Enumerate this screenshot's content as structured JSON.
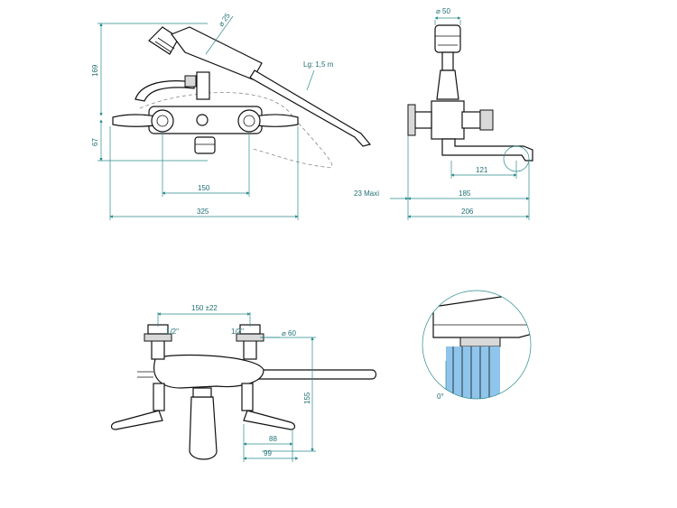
{
  "labels": {
    "dia25": "⌀ 25",
    "dia50": "⌀ 50",
    "hose": "Lg: 1,5 m",
    "h169": "169",
    "h67": "67",
    "w150": "150",
    "w325": "325",
    "max23": "23  Maxi",
    "w121": "121",
    "w185": "185",
    "w206": "206",
    "w150tol": "150  ±22",
    "thread_left": "1/2\"",
    "thread_right": "1/2\"",
    "dia60": "⌀  60",
    "h155": "155",
    "w88": "88",
    "w99": "99",
    "angle0": "0°"
  },
  "colors": {
    "dimension": "#2a8a8c",
    "spray": "#8fc5ec"
  }
}
